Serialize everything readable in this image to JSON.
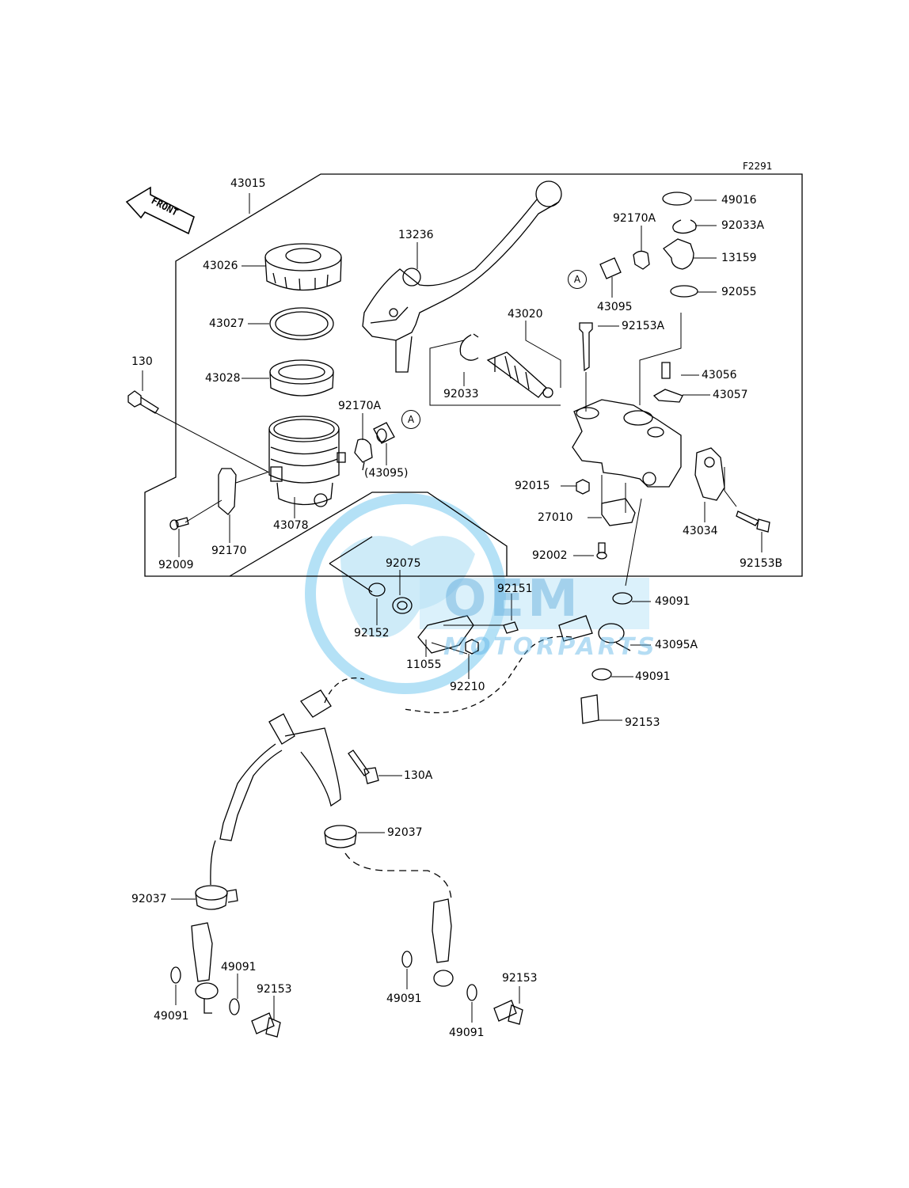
{
  "figure_id": "F2291",
  "front_label": "FRONT",
  "watermark": {
    "brand": "OEM",
    "sub": "MOTORPARTS"
  },
  "ref_marker": "A",
  "labels": {
    "p43015": "43015",
    "p49016": "49016",
    "p92170A_top": "92170A",
    "p92033A": "92033A",
    "p13236": "13236",
    "p13159": "13159",
    "p43026": "43026",
    "p43095": "43095",
    "p92055": "92055",
    "p43027": "43027",
    "p43020": "43020",
    "p92153A": "92153A",
    "p130": "130",
    "p43056": "43056",
    "p43028": "43028",
    "p92033": "92033",
    "p43057": "43057",
    "p92170A_mid": "92170A",
    "p43095_paren": "(43095)",
    "p92015": "92015",
    "p27010": "27010",
    "p43034": "43034",
    "p43078": "43078",
    "p92170": "92170",
    "p92002": "92002",
    "p92153B": "92153B",
    "p92009": "92009",
    "p92075": "92075",
    "p92151": "92151",
    "p49091_a": "49091",
    "p92152": "92152",
    "p43095A": "43095A",
    "p11055": "11055",
    "p92210": "92210",
    "p49091_b": "49091",
    "p92153_a": "92153",
    "p130A": "130A",
    "p92037_a": "92037",
    "p92037_b": "92037",
    "p49091_c": "49091",
    "p92153_b": "92153",
    "p92153_c": "92153",
    "p49091_d": "49091",
    "p49091_e": "49091",
    "p49091_f": "49091"
  }
}
